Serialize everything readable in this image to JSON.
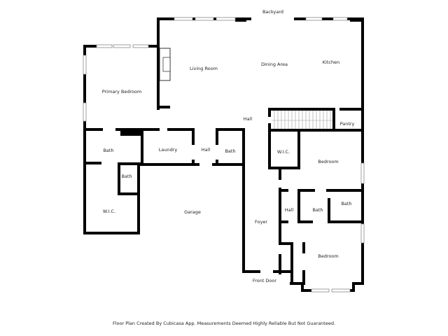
{
  "labels": {
    "backyard": "Backyard",
    "living_room": "Living Room",
    "dining_area": "Dining Area",
    "kitchen": "Kitchen",
    "primary_bedroom": "Primary Bedroom",
    "hall_main": "Hall",
    "pantry": "Pantry",
    "bath_primary": "Bath",
    "laundry": "Laundry",
    "hall_small": "Hall",
    "bath_hall": "Bath",
    "wic_right": "W.I.C.",
    "bedroom_upper": "Bedroom",
    "bath_primary_small": "Bath",
    "garage": "Garage",
    "wic_primary": "W.I.C.",
    "foyer": "Foyer",
    "hall_right": "Hall",
    "bath_right_1": "Bath",
    "bath_right_2": "Bath",
    "bedroom_lower": "Bedroom",
    "front_door": "Front Door"
  },
  "footer": "Floor Plan Created By Cubicasa App. Measurements Deemed Highly Reliable But Not Guaranteed."
}
